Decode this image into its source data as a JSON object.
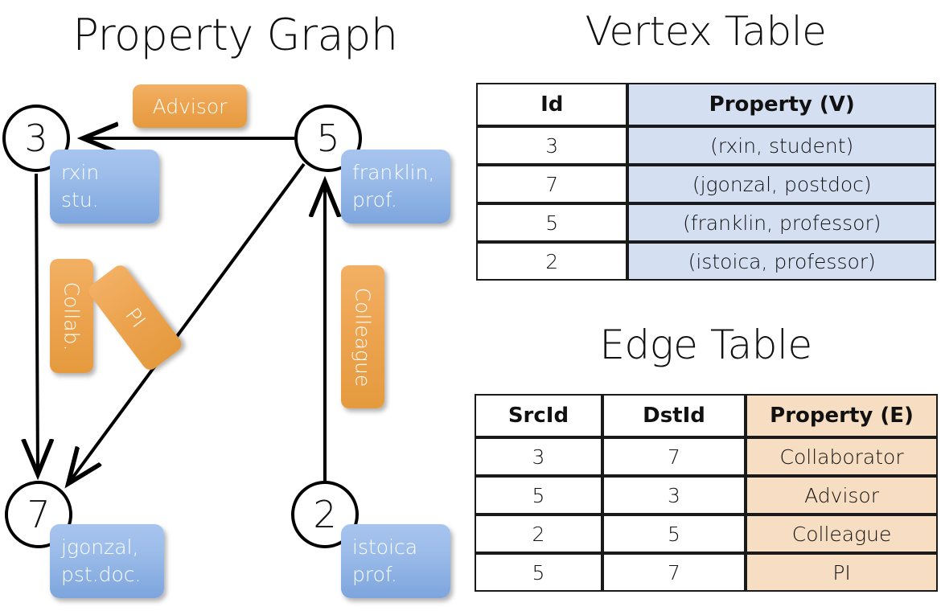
{
  "titles": {
    "property_graph": "Property Graph",
    "vertex_table": "Vertex Table",
    "edge_table": "Edge Table"
  },
  "colors": {
    "node_fill": "#ffffff",
    "node_stroke": "#000000",
    "vertex_property_cell": "#d4dff2",
    "edge_property_cell": "#f7ddc2",
    "blue_box": "#9dbdea",
    "orange_box": "#eda450",
    "box_text": "#ffffff"
  },
  "graph": {
    "nodes": [
      {
        "id": "3",
        "property_lines": [
          "rxin",
          "stu."
        ]
      },
      {
        "id": "5",
        "property_lines": [
          "franklin,",
          "prof."
        ]
      },
      {
        "id": "7",
        "property_lines": [
          "jgonzal,",
          "pst.doc."
        ]
      },
      {
        "id": "2",
        "property_lines": [
          "istoica",
          "prof."
        ]
      }
    ],
    "edges": [
      {
        "src": "5",
        "dst": "3",
        "label": "Advisor",
        "orientation": "horizontal"
      },
      {
        "src": "3",
        "dst": "7",
        "label": "Collab.",
        "orientation": "vertical"
      },
      {
        "src": "5",
        "dst": "7",
        "label": "PI",
        "orientation": "diagonal"
      },
      {
        "src": "2",
        "dst": "5",
        "label": "Colleague",
        "orientation": "vertical"
      }
    ]
  },
  "vertex_table": {
    "headers": [
      "Id",
      "Property (V)"
    ],
    "rows": [
      [
        "3",
        "(rxin, student)"
      ],
      [
        "7",
        "(jgonzal, postdoc)"
      ],
      [
        "5",
        "(franklin, professor)"
      ],
      [
        "2",
        "(istoica, professor)"
      ]
    ]
  },
  "edge_table": {
    "headers": [
      "SrcId",
      "DstId",
      "Property (E)"
    ],
    "rows": [
      [
        "3",
        "7",
        "Collaborator"
      ],
      [
        "5",
        "3",
        "Advisor"
      ],
      [
        "2",
        "5",
        "Colleague"
      ],
      [
        "5",
        "7",
        "PI"
      ]
    ]
  }
}
